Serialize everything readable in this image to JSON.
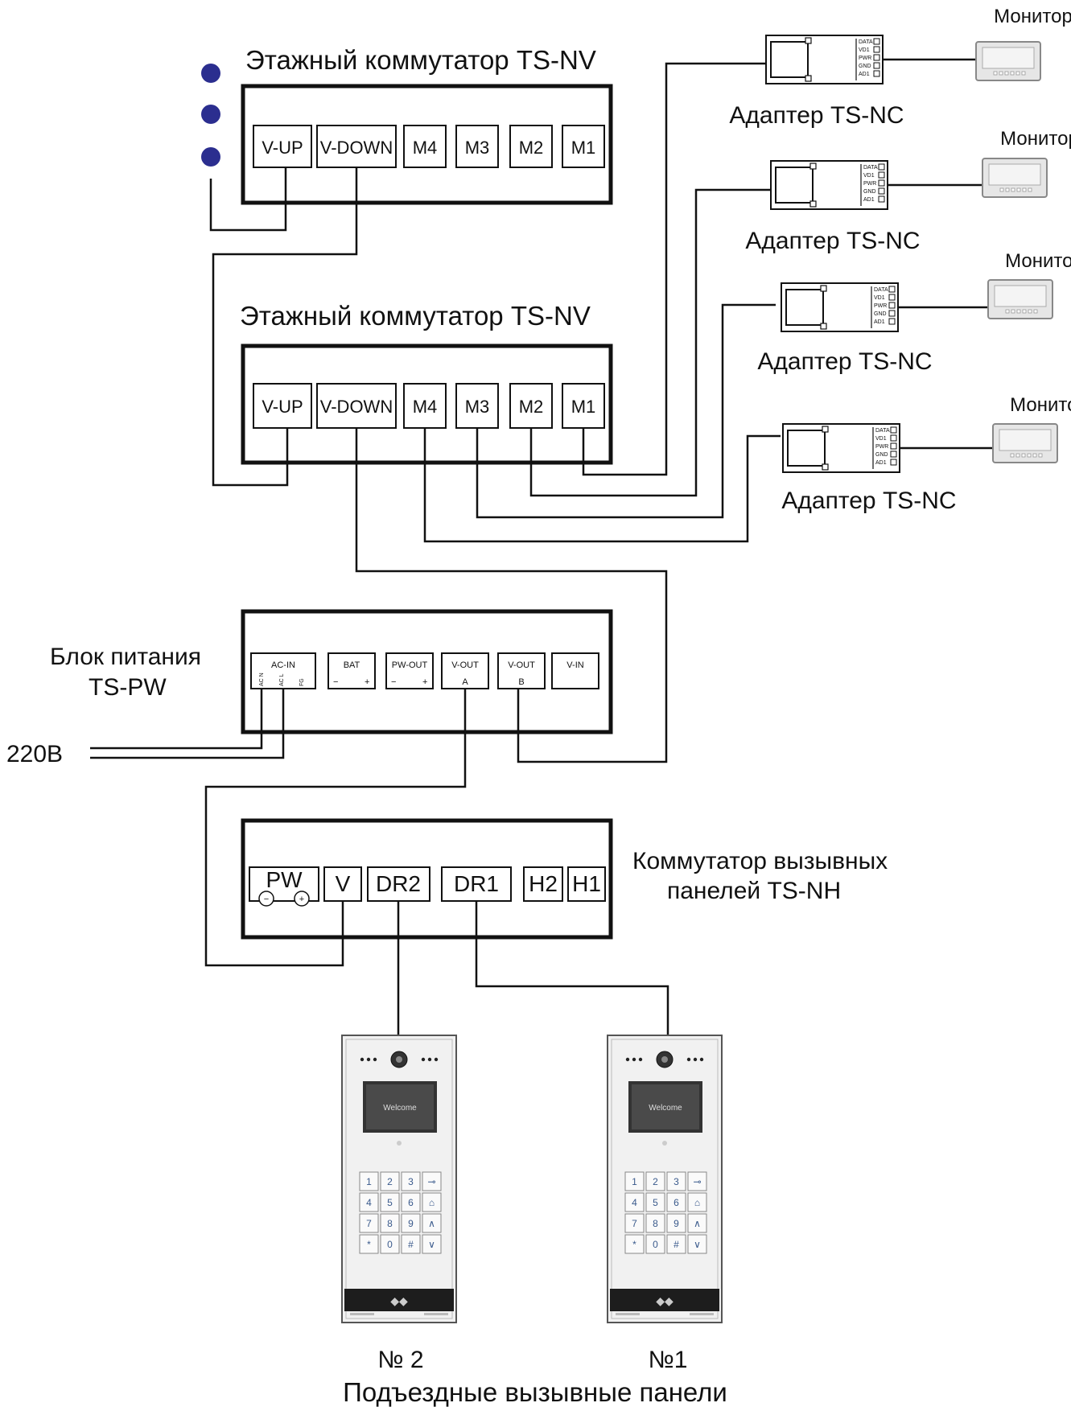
{
  "switch_top": {
    "title": "Этажный коммутатор TS-NV",
    "ports": [
      "V-UP",
      "V-DOWN",
      "M4",
      "M3",
      "M2",
      "M1"
    ]
  },
  "switch_bottom": {
    "title": "Этажный коммутатор TS-NV",
    "ports": [
      "V-UP",
      "V-DOWN",
      "M4",
      "M3",
      "M2",
      "M1"
    ]
  },
  "adapters": [
    {
      "label": "Адаптер TS-NC",
      "monitor": "Монитор"
    },
    {
      "label": "Адаптер TS-NC",
      "monitor": "Монитор"
    },
    {
      "label": "Адаптер TS-NC",
      "monitor": "Монитор"
    },
    {
      "label": "Адаптер TS-NC",
      "monitor": "Монитор"
    }
  ],
  "adapter_pins": [
    "DATA",
    "VD1",
    "PWR",
    "GND",
    "AD1"
  ],
  "power_supply": {
    "label_line1": "Блок питания",
    "label_line2": "TS-PW",
    "mains": "220В",
    "ports": [
      {
        "name": "AC-IN",
        "sub": [
          "AC N",
          "AC L",
          "FG"
        ]
      },
      {
        "name": "BAT",
        "sub": [
          "−",
          "+"
        ]
      },
      {
        "name": "PW-OUT",
        "sub": [
          "−",
          "+"
        ]
      },
      {
        "name": "V-OUT",
        "sub": [
          "A"
        ]
      },
      {
        "name": "V-OUT",
        "sub": [
          "B"
        ]
      },
      {
        "name": "V-IN",
        "sub": []
      }
    ]
  },
  "panel_switch": {
    "title_line1": "Коммутатор вызывных",
    "title_line2": "панелей TS-NH",
    "ports": [
      "PW",
      "V",
      "DR2",
      "DR1",
      "H2",
      "H1"
    ],
    "pw_minus": "−",
    "pw_plus": "+"
  },
  "call_panels": [
    {
      "number": "№ 2",
      "screen": "Welcome"
    },
    {
      "number": "№1",
      "screen": "Welcome"
    }
  ],
  "keypad_keys": [
    "1",
    "2",
    "3",
    "⊸",
    "4",
    "5",
    "6",
    "⌂",
    "7",
    "8",
    "9",
    "∧",
    "*",
    "0",
    "#",
    "∨"
  ],
  "caption": "Подъездные вызывные панели",
  "colors": {
    "dots": "#2b2e8f",
    "line": "#111111",
    "panel": "#f1f1f1",
    "screen": "#4a4a4a"
  }
}
